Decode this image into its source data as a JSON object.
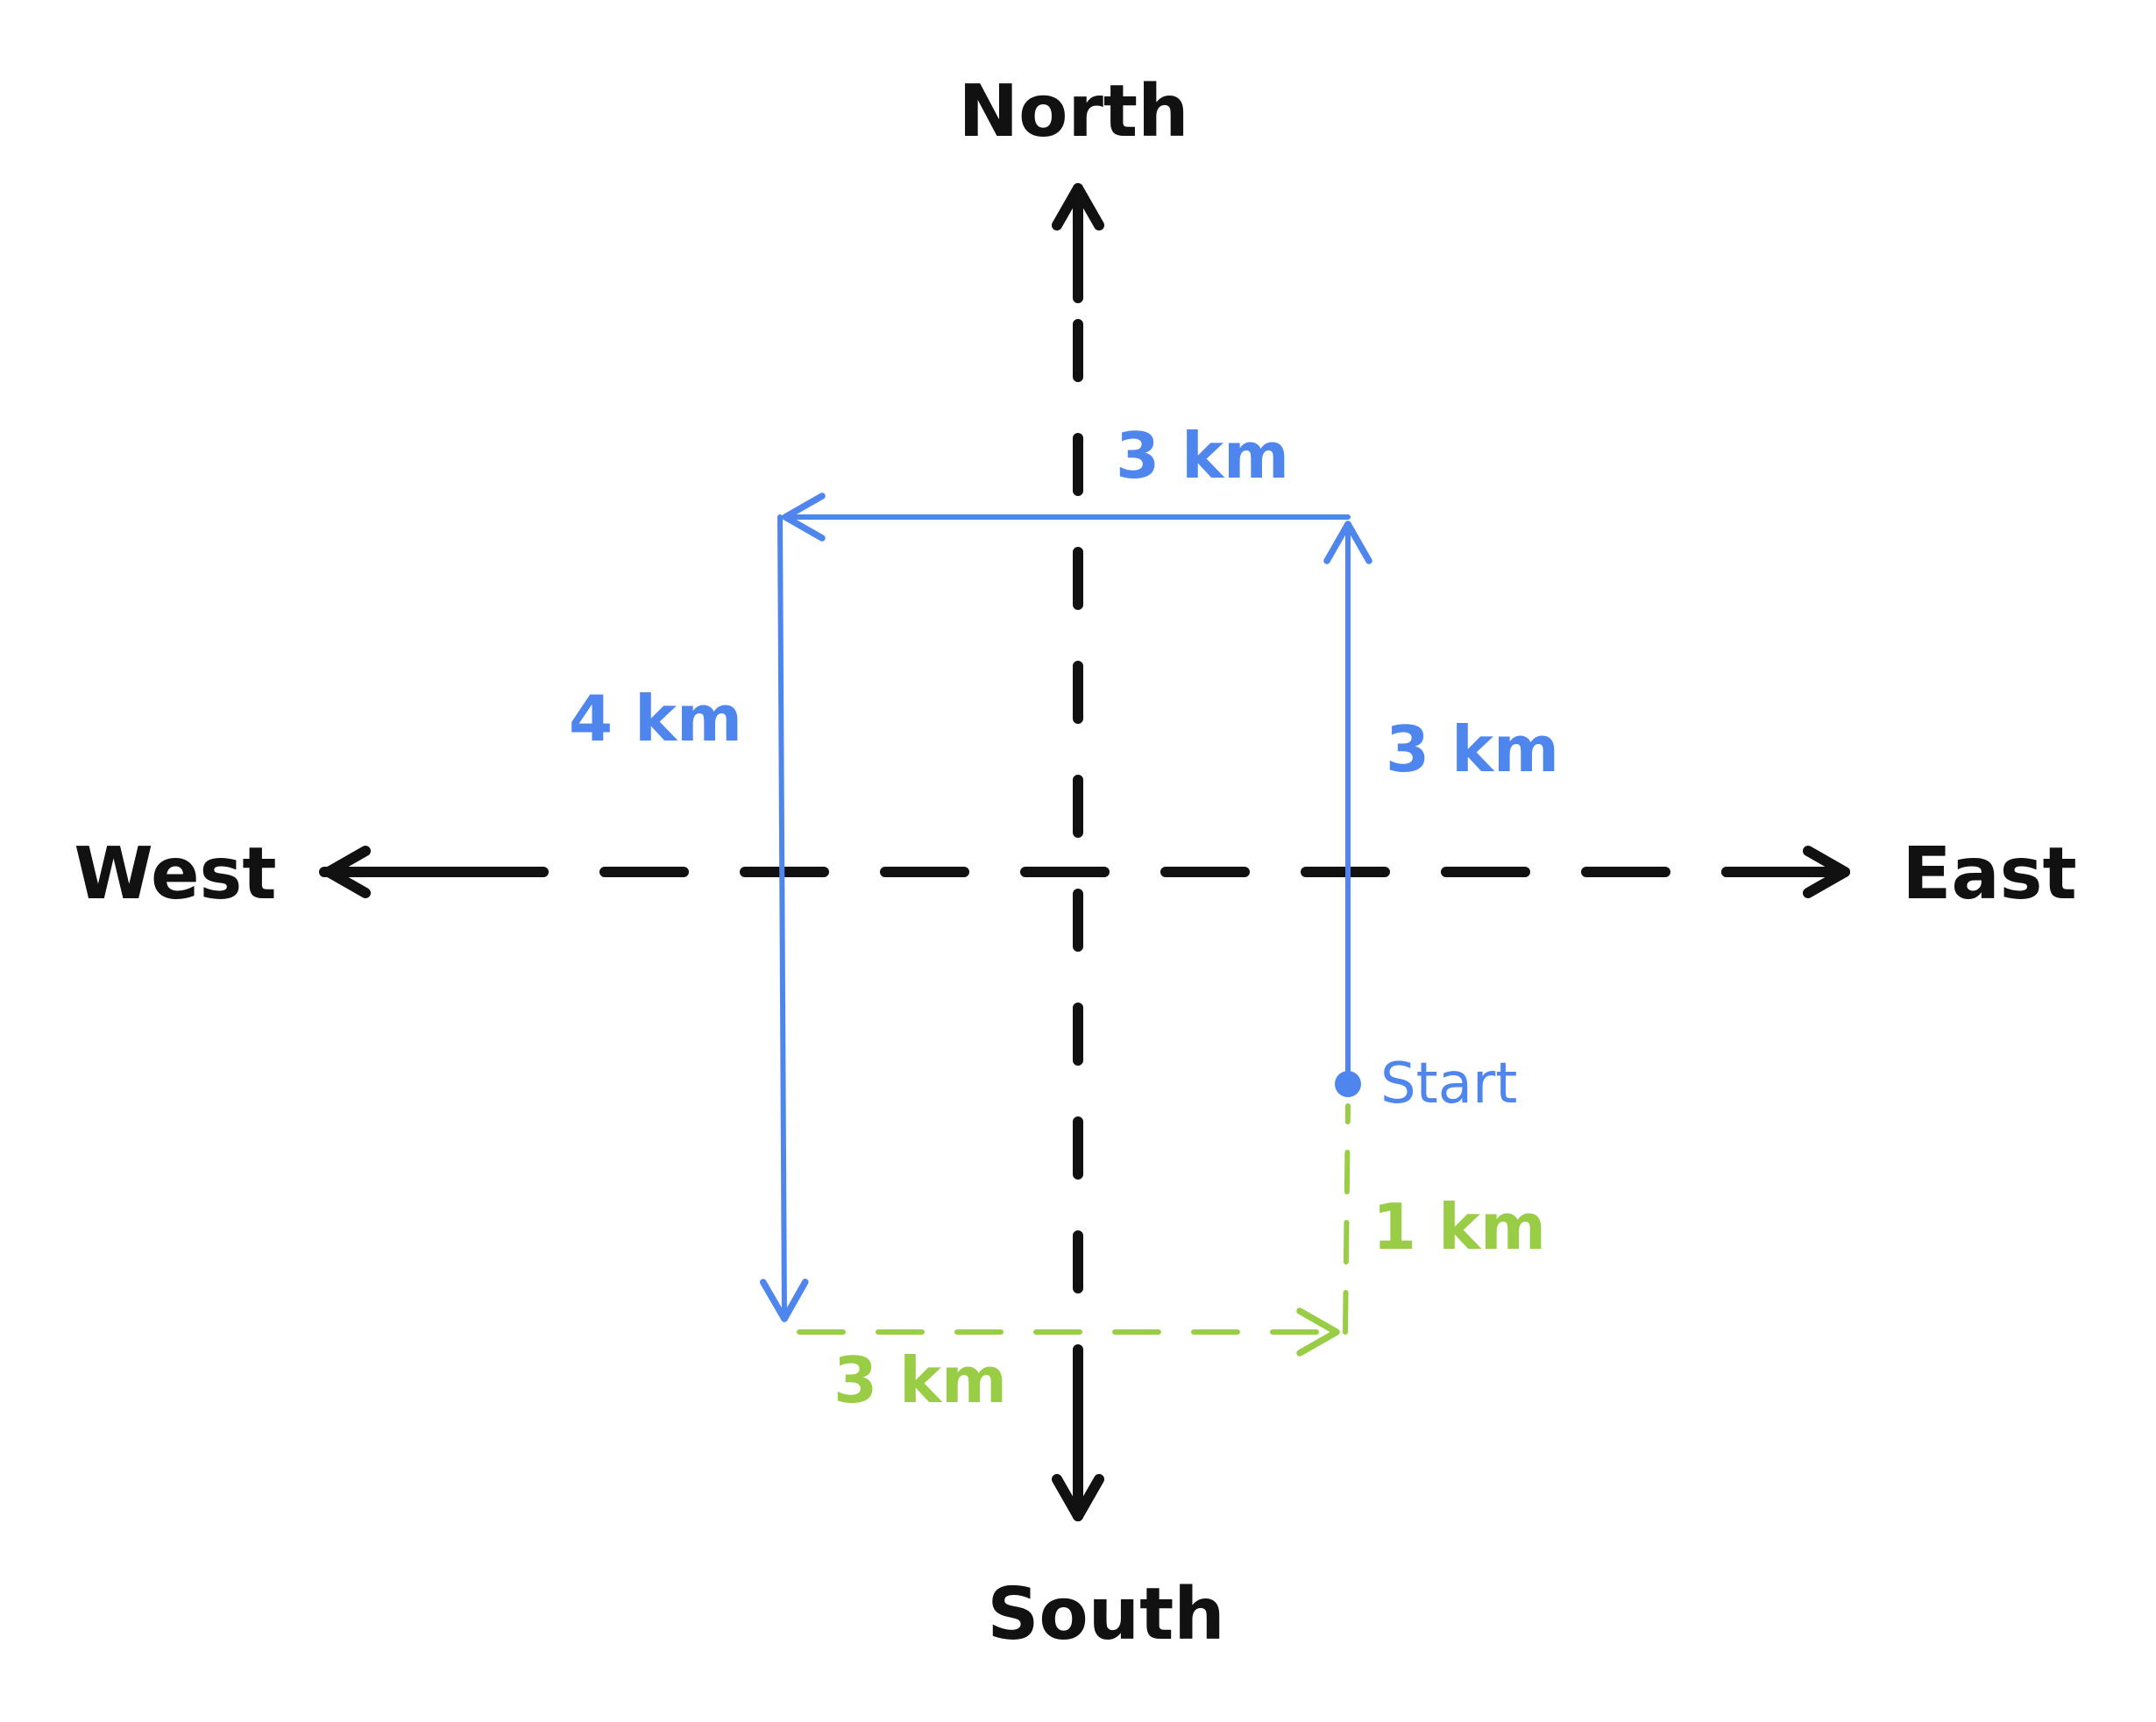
{
  "colors": {
    "axis": "#111111",
    "route": "#4f86ee",
    "return": "#98cd45",
    "background": "#ffffff"
  },
  "compass": {
    "north": "North",
    "south": "South",
    "east": "East",
    "west": "West"
  },
  "route": {
    "start_label": "Start",
    "leg_north": "3 km",
    "leg_west": "3 km",
    "leg_south": "4 km"
  },
  "return_path": {
    "leg_east": "3 km",
    "leg_north": "1 km"
  }
}
